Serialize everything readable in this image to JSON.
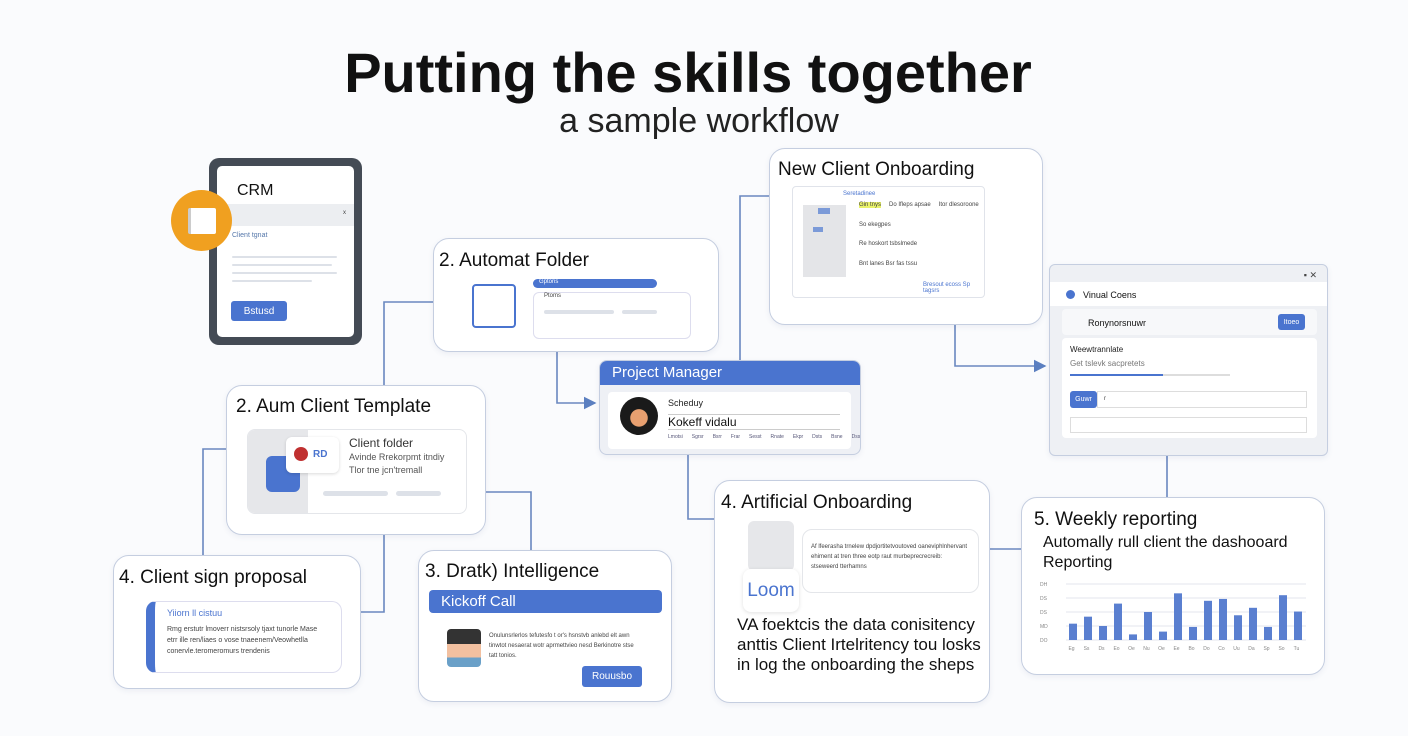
{
  "header": {
    "title": "Putting the skills together",
    "subtitle": "a sample workflow"
  },
  "crm": {
    "title": "CRM",
    "close": "x",
    "field_label": "Client tgnat",
    "button": "Bstusd"
  },
  "automat_folder": {
    "title": "2. Automat Folder",
    "bar_label": "Gptons",
    "doc_label": "Ptoms"
  },
  "onboarding": {
    "title": "New Client Onboarding",
    "doc_title": "Seretadinee",
    "row_head": [
      "Gin tnys",
      "Do Ifleps apsae",
      "Itor dlesoroone"
    ],
    "rows": [
      "So ekegpes",
      "Re hoskort tsbslmede",
      "Bnt lanes Bsr fas tssu"
    ],
    "footer": "Bresout  ecoss  Sp  tagsrs"
  },
  "virtual": {
    "app": "Vinual Coens",
    "contact": "Ronynorsnuwr",
    "contact_button": "Itoeo",
    "section_title": "Weewtrannlate",
    "section_sub": "Get tslevk sacpretets",
    "input_button": "Guwr",
    "input_placeholder": "r",
    "progress": 0.58
  },
  "project_manager": {
    "title": "Project Manager",
    "line1": "Scheduy",
    "line2": "Kokeff vidalu",
    "tags": [
      "Lmotsi",
      "Sgrsr",
      "Bsrr",
      "Frar",
      "Sesst",
      "Rnate",
      "Ekpr",
      "Dsts",
      "Bsne",
      "Dssn"
    ]
  },
  "client_template": {
    "title": "2. Aum Client Template",
    "logo": "RD",
    "line1": "Client folder",
    "line2": "Avinde Rrekorpmt itndiy",
    "line3": "Tlor tne jcn'tremall"
  },
  "sign_proposal": {
    "title": "4. Client sign proposal",
    "doc_title": "Yiiorn ll cistuu",
    "body": "Rmg erstutr lmoverr nistsrsoly tjaxt tunorle Mase etrr ille ren/liaes o vose tnaeenem/Veowhetlla conervle.teromeromurs trendenis"
  },
  "intelligence": {
    "title": "3. Dratk) Intelligence",
    "banner": "Kickoff Call",
    "body": "Onulunsrlerlos tefutesfo t or's hsnstvb anlebd elt awn tinwtot nesaerat wotr aprmettvieo nesd Berkinotre stse tatt tonios.",
    "button": "Rouusbo"
  },
  "artificial": {
    "title": "4. Artificial Onboarding",
    "brand": "Loom",
    "note": "Af lfeerasha trnelew dpdjortitetvoutoved oaneviphlnhervant ehiment at tren three eotp raut murbeprecrecreib: stseweerd tterhamns",
    "body": "VA foektcis the data conisitency anttis Client Irtelritency tou losks in log the onboarding the sheps"
  },
  "weekly": {
    "title": "5. Weekly reporting",
    "subtitle": "Automally rull client the dashooard Reporting"
  },
  "chart_data": {
    "type": "bar",
    "title": "",
    "xlabel": "",
    "ylabel": "",
    "y_ticks": [
      "DH",
      "DS",
      "DS",
      "MD",
      "DO"
    ],
    "categories": [
      "Eg",
      "Ss",
      "Ds",
      "Eo",
      "Oe",
      "Nu",
      "Oe",
      "Ee",
      "Bo",
      "Do",
      "Co",
      "Uu",
      "Da",
      "Sp",
      "So",
      "Tu"
    ],
    "values": [
      3.5,
      5,
      3,
      7.8,
      1.2,
      6,
      1.8,
      10,
      2.8,
      8.4,
      8.8,
      5.3,
      6.9,
      2.8,
      9.6,
      6.1
    ],
    "ylim": [
      0,
      12
    ],
    "grid": true
  },
  "colors": {
    "accent": "#4a74cf",
    "orange": "#f0a020",
    "border": "#c5cee0"
  }
}
